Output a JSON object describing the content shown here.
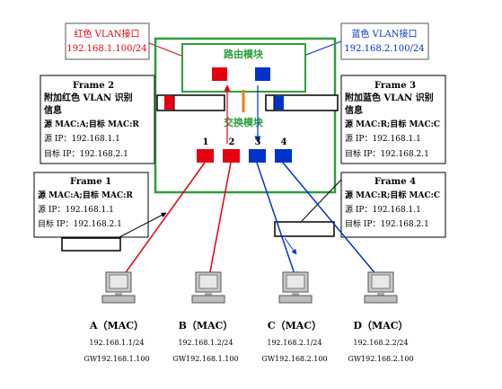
{
  "vlan_labels": {
    "red": {
      "title": "红色 VLAN接口",
      "ip": "192.168.1.100/24"
    },
    "blue": {
      "title": "蓝色 VLAN接口",
      "ip": "192.168.2.100/24"
    }
  },
  "switch": {
    "routing_module": "路由模块",
    "switching_module": "交换模块",
    "ports": [
      "1",
      "2",
      "3",
      "4"
    ]
  },
  "frames": {
    "frame2": {
      "title": "Frame 2",
      "line1": "附加红色 VLAN 识别",
      "line2": "信息",
      "line3": "源 MAC:A;目标 MAC:R",
      "line4": "源 IP：192.168.1.1",
      "line5": "目标 IP：192.168.2.1"
    },
    "frame3": {
      "title": "Frame 3",
      "line1": "附加蓝色 VLAN 识别",
      "line2": "信息",
      "line3": "源 MAC:R;目标 MAC:C",
      "line4": "源 IP：192.168.1.1",
      "line5": "目标 IP：192.168.2.1"
    },
    "frame1": {
      "title": "Frame 1",
      "line1": "源 MAC:A;目标 MAC:R",
      "line2": "源 IP：192.168.1.1",
      "line3": "目标 IP：192.168.2.1"
    },
    "frame4": {
      "title": "Frame 4",
      "line1": "源 MAC:R;目标 MAC:C",
      "line2": "源 IP：192.168.1.1",
      "line3": "目标 IP：192.168.2.1"
    }
  },
  "hosts": [
    {
      "name": "A（MAC）",
      "ip": "192.168.1.1/24",
      "gw": "GW192.168.1.100"
    },
    {
      "name": "B（MAC）",
      "ip": "192.168.1.2/24",
      "gw": "GW192.168.1.100"
    },
    {
      "name": "C（MAC）",
      "ip": "192.168.2.1/24",
      "gw": "GW192.168.2.100"
    },
    {
      "name": "D（MAC）",
      "ip": "192.168.2.2/24",
      "gw": "GW192.168.2.100"
    }
  ],
  "colors": {
    "red": "#e60012",
    "blue": "#0033cc",
    "green": "#2e9e3a",
    "orange": "#f07d1a"
  }
}
